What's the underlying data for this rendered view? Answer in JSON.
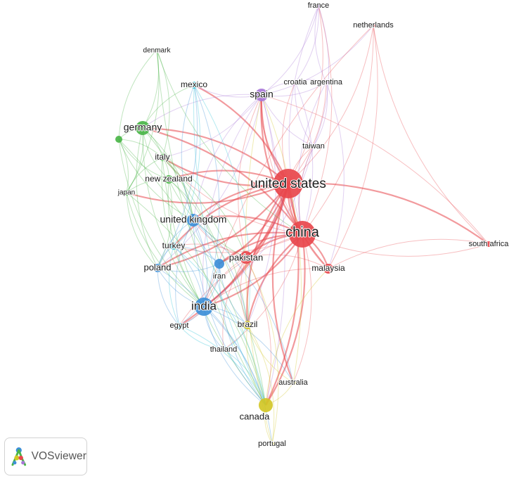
{
  "app": {
    "name": "VOSviewer"
  },
  "clusters": {
    "red": "#e8474c",
    "green": "#4ab548",
    "blue": "#3d8fd8",
    "yellow": "#d2c726",
    "purple": "#a978d8",
    "cyan": "#2cc2d8"
  },
  "nodes": [
    {
      "id": "united-states",
      "label": "united states",
      "cluster": "red"
    },
    {
      "id": "china",
      "label": "china",
      "cluster": "red"
    },
    {
      "id": "pakistan",
      "label": "pakistan",
      "cluster": "red"
    },
    {
      "id": "malaysia",
      "label": "malaysia",
      "cluster": "red"
    },
    {
      "id": "south-africa",
      "label": "south africa",
      "cluster": "red"
    },
    {
      "id": "netherlands",
      "label": "netherlands",
      "cluster": "red"
    },
    {
      "id": "taiwan",
      "label": "taiwan",
      "cluster": "purple"
    },
    {
      "id": "spain",
      "label": "spain",
      "cluster": "purple"
    },
    {
      "id": "france",
      "label": "france",
      "cluster": "purple"
    },
    {
      "id": "croatia",
      "label": "croatia",
      "cluster": "purple"
    },
    {
      "id": "argentina",
      "label": "argentina",
      "cluster": "purple"
    },
    {
      "id": "germany",
      "label": "germany",
      "cluster": "green"
    },
    {
      "id": "denmark",
      "label": "denmark",
      "cluster": "green"
    },
    {
      "id": "italy",
      "label": "italy",
      "cluster": "green"
    },
    {
      "id": "new-zealand",
      "label": "new zealand",
      "cluster": "green"
    },
    {
      "id": "japan",
      "label": "japan",
      "cluster": "green"
    },
    {
      "id": "unnamed-green",
      "label": "",
      "cluster": "green"
    },
    {
      "id": "united-kingdom",
      "label": "united kingdom",
      "cluster": "blue"
    },
    {
      "id": "india",
      "label": "india",
      "cluster": "blue"
    },
    {
      "id": "iran",
      "label": "iran",
      "cluster": "blue"
    },
    {
      "id": "poland",
      "label": "poland",
      "cluster": "blue"
    },
    {
      "id": "mexico",
      "label": "mexico",
      "cluster": "cyan"
    },
    {
      "id": "turkey",
      "label": "turkey",
      "cluster": "cyan"
    },
    {
      "id": "egypt",
      "label": "egypt",
      "cluster": "cyan"
    },
    {
      "id": "thailand",
      "label": "thailand",
      "cluster": "cyan"
    },
    {
      "id": "brazil",
      "label": "brazil",
      "cluster": "yellow"
    },
    {
      "id": "australia",
      "label": "australia",
      "cluster": "yellow"
    },
    {
      "id": "canada",
      "label": "canada",
      "cluster": "yellow"
    },
    {
      "id": "portugal",
      "label": "portugal",
      "cluster": "yellow"
    }
  ],
  "edges": [
    [
      "united-states",
      "china"
    ],
    [
      "united-states",
      "pakistan"
    ],
    [
      "united-states",
      "malaysia"
    ],
    [
      "united-states",
      "india"
    ],
    [
      "united-states",
      "united-kingdom"
    ],
    [
      "united-states",
      "spain"
    ],
    [
      "united-states",
      "germany"
    ],
    [
      "united-states",
      "canada"
    ],
    [
      "united-states",
      "brazil"
    ],
    [
      "united-states",
      "italy"
    ],
    [
      "united-states",
      "netherlands"
    ],
    [
      "united-states",
      "south-africa"
    ],
    [
      "united-states",
      "france"
    ],
    [
      "united-states",
      "croatia"
    ],
    [
      "united-states",
      "argentina"
    ],
    [
      "united-states",
      "taiwan"
    ],
    [
      "united-states",
      "australia"
    ],
    [
      "united-states",
      "iran"
    ],
    [
      "united-states",
      "new-zealand"
    ],
    [
      "united-states",
      "japan"
    ],
    [
      "united-states",
      "turkey"
    ],
    [
      "united-states",
      "poland"
    ],
    [
      "united-states",
      "mexico"
    ],
    [
      "united-states",
      "egypt"
    ],
    [
      "china",
      "pakistan"
    ],
    [
      "china",
      "malaysia"
    ],
    [
      "china",
      "south-africa"
    ],
    [
      "china",
      "india"
    ],
    [
      "china",
      "united-kingdom"
    ],
    [
      "china",
      "canada"
    ],
    [
      "china",
      "iran"
    ],
    [
      "china",
      "spain"
    ],
    [
      "china",
      "netherlands"
    ],
    [
      "china",
      "australia"
    ],
    [
      "china",
      "brazil"
    ],
    [
      "china",
      "taiwan"
    ],
    [
      "china",
      "germany"
    ],
    [
      "china",
      "italy"
    ],
    [
      "china",
      "poland"
    ],
    [
      "china",
      "thailand"
    ],
    [
      "china",
      "egypt"
    ],
    [
      "china",
      "turkey"
    ],
    [
      "china",
      "france"
    ],
    [
      "pakistan",
      "malaysia"
    ],
    [
      "pakistan",
      "india"
    ],
    [
      "pakistan",
      "united-kingdom"
    ],
    [
      "pakistan",
      "iran"
    ],
    [
      "pakistan",
      "canada"
    ],
    [
      "pakistan",
      "brazil"
    ],
    [
      "pakistan",
      "spain"
    ],
    [
      "pakistan",
      "turkey"
    ],
    [
      "pakistan",
      "egypt"
    ],
    [
      "pakistan",
      "thailand"
    ],
    [
      "malaysia",
      "south-africa"
    ],
    [
      "malaysia",
      "india"
    ],
    [
      "malaysia",
      "spain"
    ],
    [
      "south-africa",
      "spain"
    ],
    [
      "south-africa",
      "netherlands"
    ],
    [
      "spain",
      "france"
    ],
    [
      "spain",
      "croatia"
    ],
    [
      "spain",
      "argentina"
    ],
    [
      "spain",
      "mexico"
    ],
    [
      "spain",
      "germany"
    ],
    [
      "spain",
      "italy"
    ],
    [
      "spain",
      "india"
    ],
    [
      "spain",
      "canada"
    ],
    [
      "spain",
      "united-kingdom"
    ],
    [
      "spain",
      "poland"
    ],
    [
      "spain",
      "taiwan"
    ],
    [
      "spain",
      "brazil"
    ],
    [
      "spain",
      "netherlands"
    ],
    [
      "france",
      "croatia"
    ],
    [
      "france",
      "argentina"
    ],
    [
      "france",
      "taiwan"
    ],
    [
      "france",
      "china"
    ],
    [
      "croatia",
      "argentina"
    ],
    [
      "croatia",
      "taiwan"
    ],
    [
      "argentina",
      "taiwan"
    ],
    [
      "taiwan",
      "china"
    ],
    [
      "taiwan",
      "india"
    ],
    [
      "germany",
      "denmark"
    ],
    [
      "germany",
      "italy"
    ],
    [
      "germany",
      "new-zealand"
    ],
    [
      "germany",
      "japan"
    ],
    [
      "germany",
      "unnamed-green"
    ],
    [
      "germany",
      "united-kingdom"
    ],
    [
      "germany",
      "india"
    ],
    [
      "germany",
      "mexico"
    ],
    [
      "germany",
      "poland"
    ],
    [
      "germany",
      "canada"
    ],
    [
      "denmark",
      "unnamed-green"
    ],
    [
      "denmark",
      "italy"
    ],
    [
      "denmark",
      "china"
    ],
    [
      "denmark",
      "japan"
    ],
    [
      "denmark",
      "canada"
    ],
    [
      "unnamed-green",
      "italy"
    ],
    [
      "unnamed-green",
      "new-zealand"
    ],
    [
      "unnamed-green",
      "japan"
    ],
    [
      "unnamed-green",
      "united-kingdom"
    ],
    [
      "unnamed-green",
      "canada"
    ],
    [
      "unnamed-green",
      "india"
    ],
    [
      "italy",
      "new-zealand"
    ],
    [
      "italy",
      "japan"
    ],
    [
      "italy",
      "united-kingdom"
    ],
    [
      "italy",
      "india"
    ],
    [
      "italy",
      "pakistan"
    ],
    [
      "italy",
      "canada"
    ],
    [
      "italy",
      "brazil"
    ],
    [
      "new-zealand",
      "japan"
    ],
    [
      "new-zealand",
      "united-kingdom"
    ],
    [
      "new-zealand",
      "india"
    ],
    [
      "new-zealand",
      "iran"
    ],
    [
      "new-zealand",
      "pakistan"
    ],
    [
      "new-zealand",
      "poland"
    ],
    [
      "japan",
      "india"
    ],
    [
      "japan",
      "canada"
    ],
    [
      "japan",
      "poland"
    ],
    [
      "united-kingdom",
      "india"
    ],
    [
      "united-kingdom",
      "iran"
    ],
    [
      "united-kingdom",
      "turkey"
    ],
    [
      "united-kingdom",
      "poland"
    ],
    [
      "united-kingdom",
      "mexico"
    ],
    [
      "united-kingdom",
      "canada"
    ],
    [
      "united-kingdom",
      "brazil"
    ],
    [
      "united-kingdom",
      "egypt"
    ],
    [
      "united-kingdom",
      "australia"
    ],
    [
      "india",
      "iran"
    ],
    [
      "india",
      "poland"
    ],
    [
      "india",
      "turkey"
    ],
    [
      "india",
      "egypt"
    ],
    [
      "india",
      "thailand"
    ],
    [
      "india",
      "brazil"
    ],
    [
      "india",
      "canada"
    ],
    [
      "india",
      "australia"
    ],
    [
      "india",
      "mexico"
    ],
    [
      "india",
      "portugal"
    ],
    [
      "iran",
      "turkey"
    ],
    [
      "iran",
      "poland"
    ],
    [
      "iran",
      "canada"
    ],
    [
      "iran",
      "egypt"
    ],
    [
      "iran",
      "brazil"
    ],
    [
      "poland",
      "turkey"
    ],
    [
      "poland",
      "egypt"
    ],
    [
      "poland",
      "canada"
    ],
    [
      "poland",
      "mexico"
    ],
    [
      "mexico",
      "turkey"
    ],
    [
      "mexico",
      "canada"
    ],
    [
      "mexico",
      "brazil"
    ],
    [
      "turkey",
      "egypt"
    ],
    [
      "turkey",
      "canada"
    ],
    [
      "egypt",
      "thailand"
    ],
    [
      "egypt",
      "canada"
    ],
    [
      "thailand",
      "brazil"
    ],
    [
      "thailand",
      "canada"
    ],
    [
      "brazil",
      "canada"
    ],
    [
      "brazil",
      "portugal"
    ],
    [
      "brazil",
      "australia"
    ],
    [
      "australia",
      "canada"
    ],
    [
      "canada",
      "portugal"
    ],
    [
      "canada",
      "malaysia"
    ],
    [
      "portugal",
      "pakistan"
    ],
    [
      "portugal",
      "spain"
    ],
    [
      "australia",
      "spain"
    ],
    [
      "netherlands",
      "malaysia"
    ],
    [
      "netherlands",
      "india"
    ],
    [
      "croatia",
      "china"
    ],
    [
      "argentina",
      "china"
    ],
    [
      "argentina",
      "malaysia"
    ]
  ]
}
